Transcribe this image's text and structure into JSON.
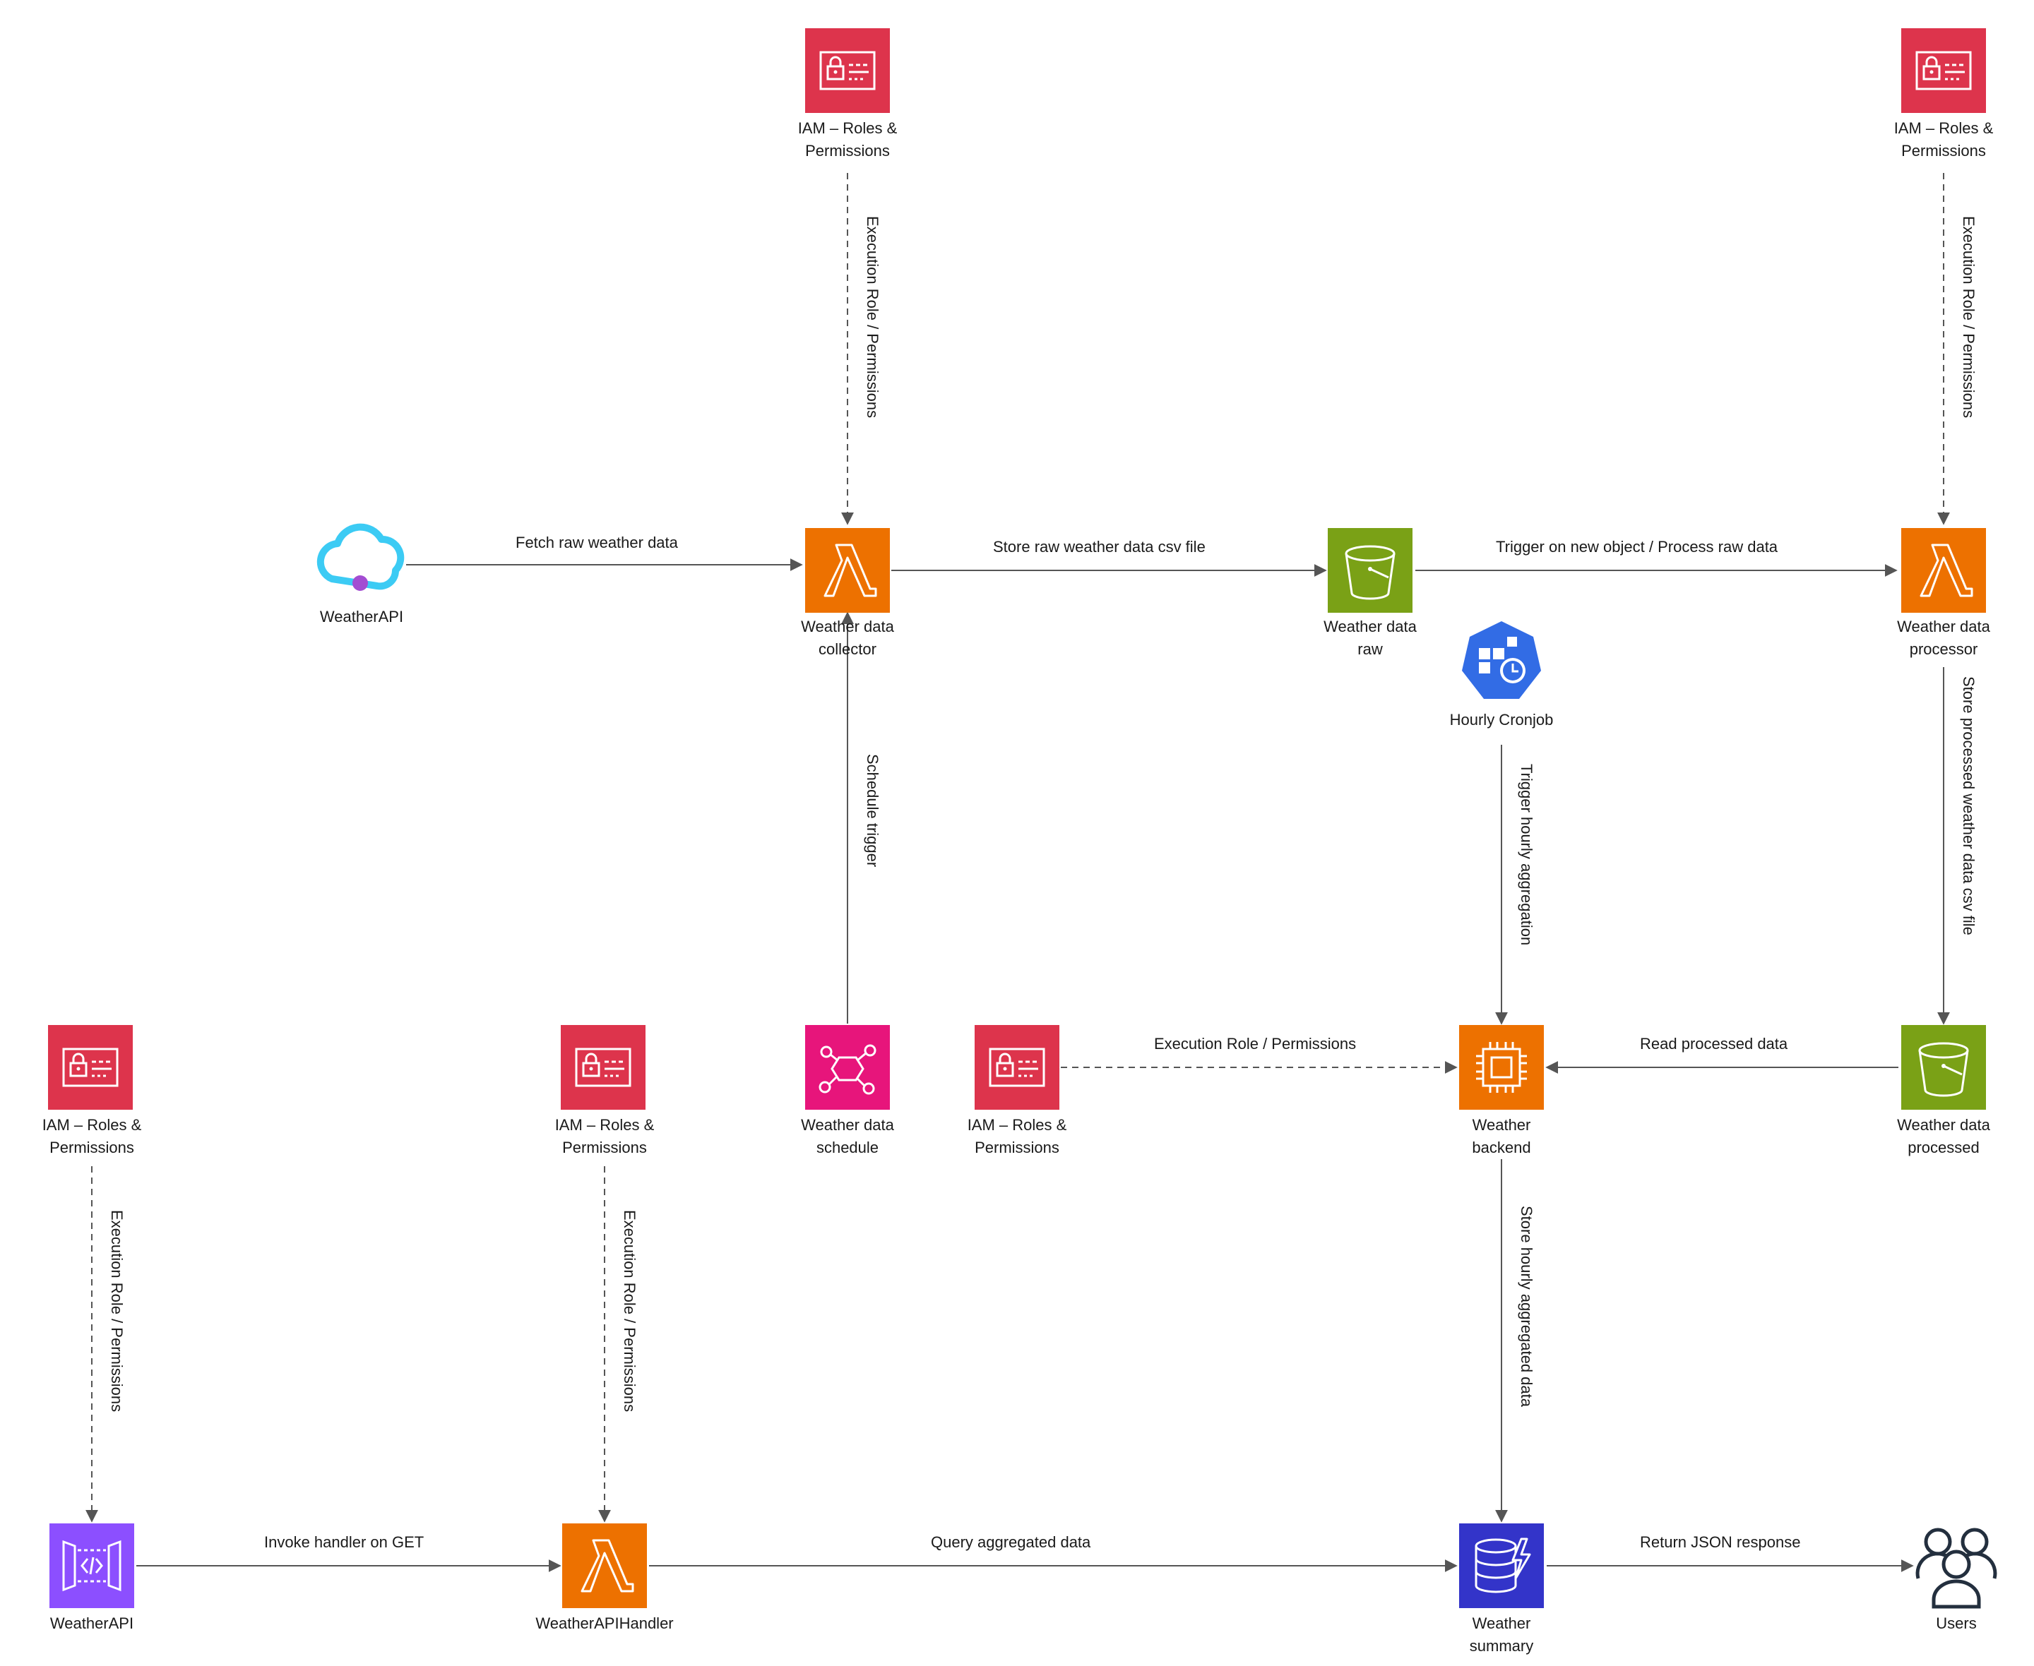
{
  "nodes": {
    "iam_top_collector": {
      "label_lines": [
        "IAM – Roles &",
        "Permissions"
      ],
      "type": "iam"
    },
    "iam_top_processor": {
      "label_lines": [
        "IAM – Roles &",
        "Permissions"
      ],
      "type": "iam"
    },
    "weatherapi_source": {
      "label_lines": [
        "WeatherAPI"
      ],
      "type": "cloud"
    },
    "collector": {
      "label_lines": [
        "Weather data",
        "collector"
      ],
      "type": "lambda"
    },
    "raw_bucket": {
      "label_lines": [
        "Weather data",
        "raw"
      ],
      "type": "s3"
    },
    "processor": {
      "label_lines": [
        "Weather data",
        "processor"
      ],
      "type": "lambda"
    },
    "cronjob": {
      "label_lines": [
        "Hourly Cronjob"
      ],
      "type": "cronjob"
    },
    "iam_bottom_gateway": {
      "label_lines": [
        "IAM – Roles &",
        "Permissions"
      ],
      "type": "iam"
    },
    "iam_bottom_handler": {
      "label_lines": [
        "IAM – Roles &",
        "Permissions"
      ],
      "type": "iam"
    },
    "schedule": {
      "label_lines": [
        "Weather data",
        "schedule"
      ],
      "type": "eventbridge"
    },
    "iam_backend": {
      "label_lines": [
        "IAM – Roles &",
        "Permissions"
      ],
      "type": "iam"
    },
    "backend": {
      "label_lines": [
        "Weather",
        "backend"
      ],
      "type": "ec2"
    },
    "processed_bucket": {
      "label_lines": [
        "Weather data",
        "processed"
      ],
      "type": "s3"
    },
    "api_gateway": {
      "label_lines": [
        "WeatherAPI"
      ],
      "type": "apigateway"
    },
    "handler": {
      "label_lines": [
        "WeatherAPIHandler"
      ],
      "type": "lambda"
    },
    "summary": {
      "label_lines": [
        "Weather",
        "summary"
      ],
      "type": "dynamodb"
    },
    "users": {
      "label_lines": [
        "Users"
      ],
      "type": "users"
    }
  },
  "edges": {
    "fetch": "Fetch raw weather data",
    "store_raw": "Store raw weather data csv file",
    "trigger_new": "Trigger on new object / Process raw data",
    "exec_collector": "Execution Role / Permissions",
    "exec_processor": "Execution Role / Permissions",
    "schedule_trigger": "Schedule trigger",
    "trigger_hourly": "Trigger hourly aggregation",
    "store_processed": "Store processed weather data csv file",
    "exec_backend": "Execution Role / Permissions",
    "read_processed": "Read processed data",
    "exec_gateway": "Execution Role / Permissions",
    "exec_handler": "Execution Role / Permissions",
    "store_hourly": "Store hourly aggregated data",
    "invoke": "Invoke handler on GET",
    "query": "Query aggregated data",
    "return_json": "Return JSON response"
  },
  "colors": {
    "iam": "#DD344C",
    "lambda": "#ED7100",
    "s3": "#7AA116",
    "ec2": "#ED7100",
    "eventbridge": "#E7157B",
    "dynamodb": "#3334C9",
    "apigateway": "#8C4FFF",
    "cronjob": "#326CE5",
    "cloud": "#3CCBF4",
    "users": "#232F3E",
    "edge": "#555555"
  }
}
